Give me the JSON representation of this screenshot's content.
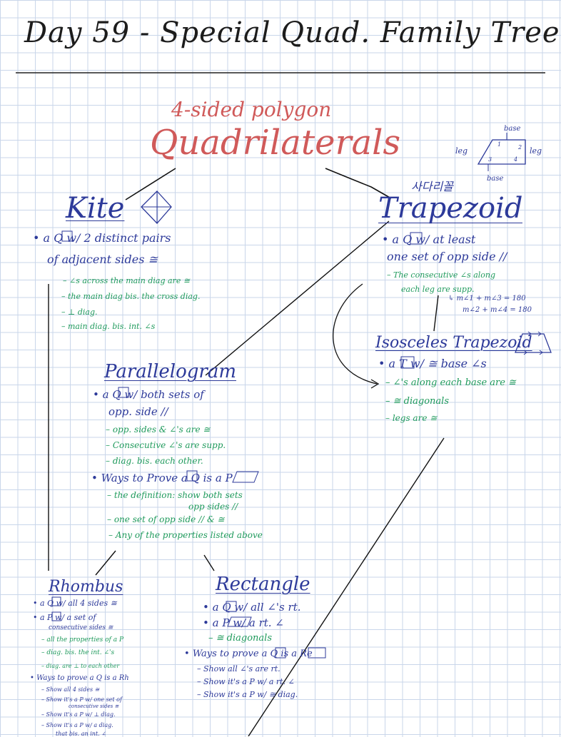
{
  "title": "Day 59 - Special Quad. Family Tree",
  "quadrilaterals": {
    "subtitle": "4-sided polygon",
    "heading": "Quadrilaterals"
  },
  "trapezoid_diagram": {
    "base_top": "base",
    "base_bottom": "base",
    "leg_left": "leg",
    "leg_right": "leg",
    "angle_1": "1",
    "angle_2": "2",
    "angle_3": "3",
    "angle_4": "4"
  },
  "kite": {
    "heading": "Kite",
    "definition_1": "a Q w/ 2 distinct pairs",
    "definition_2": "of adjacent sides ≅",
    "properties": [
      "∠s across the main diag are ≅",
      "the main diag bis. the cross diag.",
      "⊥ diag.",
      "main diag. bis. int. ∠s"
    ]
  },
  "trapezoid": {
    "korean_label": "사다리꼴",
    "heading": "Trapezoid",
    "definition_1": "a Q w/ at least",
    "definition_2": "one set of opp side //",
    "property_1": "The consecutive ∠s along",
    "property_2": "each leg are supp.",
    "equation_1": "m∠1 + m∠3 = 180",
    "equation_2": "m∠2 + m∠4 = 180"
  },
  "isosceles_trapezoid": {
    "heading": "Isosceles Trapezoid",
    "definition": "a T w/ ≅ base ∠s",
    "properties": [
      "∠'s along each base are ≅",
      "≅ diagonals",
      "legs are ≅"
    ]
  },
  "parallelogram": {
    "heading": "Parallelogram",
    "definition_1": "a Q w/ both sets of",
    "definition_2": "opp. side //",
    "properties": [
      "opp. sides & ∠'s are ≅",
      "Consecutive ∠'s are supp.",
      "diag. bis. each other."
    ],
    "ways_heading": "Ways to Prove a Q is a P",
    "ways": [
      "the definition: show both sets",
      "opp sides //",
      "one set of opp side // & ≅",
      "Any of the properties listed above"
    ]
  },
  "rhombus": {
    "heading": "Rhombus",
    "items": [
      "a Q w/ all 4 sides ≅",
      "a P w/ a set of",
      "consecutive sides ≅",
      "all the properties of a P",
      "diag. bis. the int. ∠'s",
      "diag. are ⊥ to each other"
    ],
    "ways_heading": "Ways to prove a Q is a Rh",
    "ways": [
      "Show all 4 sides ≅",
      "Show it's a P w/ one set of",
      "consecutive sides ≅",
      "Show it's a P w/ ⊥ diag.",
      "Show it's a P w/ a diag.",
      "that bis. an int. ∠"
    ]
  },
  "rectangle": {
    "heading": "Rectangle",
    "items": [
      "a Q w/ all ∠'s rt.",
      "a P w/ a rt. ∠",
      "≅ diagonals"
    ],
    "ways_heading": "Ways to prove a Q is a Re",
    "ways": [
      "Show all ∠'s are rt.",
      "Show it's a P w/ a rt. ∠",
      "Show it's a P w/ ≅ diag."
    ]
  },
  "colors": {
    "title": "#1c1c1c",
    "quadrilaterals": "#d05a5a",
    "headings": "#2d3a9a",
    "properties": "#1f9a5c"
  }
}
